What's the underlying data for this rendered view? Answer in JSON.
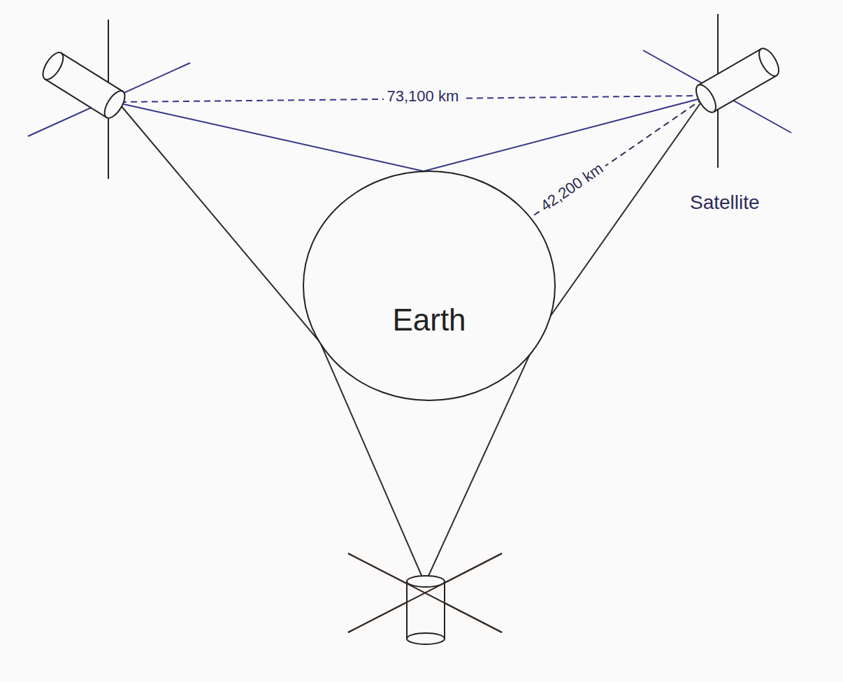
{
  "diagram": {
    "nodes": [
      {
        "text": [
          "Earth"
        ]
      }
    ],
    "labels": [
      "73,100 km",
      "42,200 km",
      "Satellite"
    ]
  }
}
